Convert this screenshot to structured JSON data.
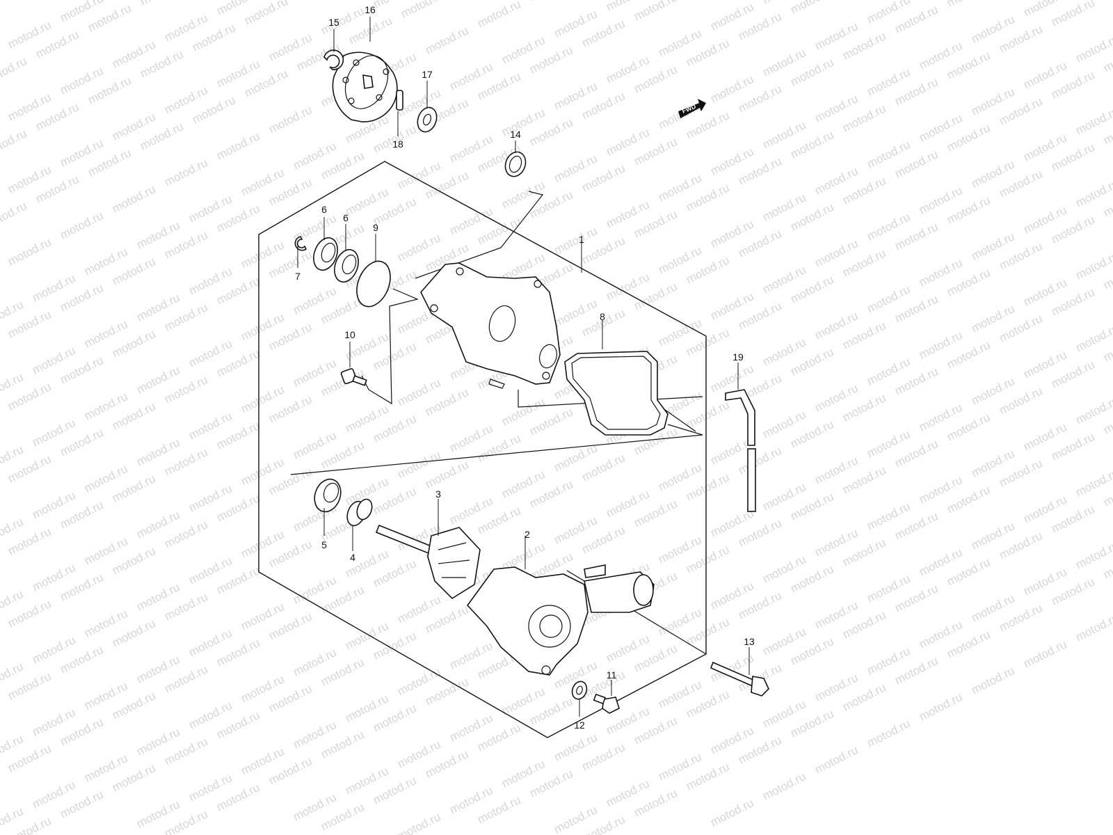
{
  "watermark": "motod.ru",
  "fwd_label": "FWD",
  "callouts": [
    "1",
    "2",
    "3",
    "4",
    "5",
    "6",
    "6",
    "7",
    "8",
    "9",
    "10",
    "11",
    "12",
    "13",
    "14",
    "15",
    "16",
    "17",
    "18",
    "19"
  ]
}
